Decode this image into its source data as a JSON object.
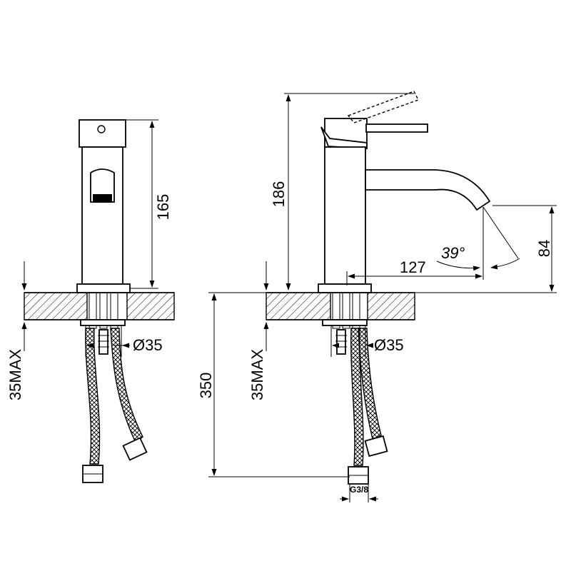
{
  "dimensions": {
    "front_height": "165",
    "side_height": "186",
    "spout_reach": "127",
    "spout_height": "84",
    "hose_length": "350",
    "countertop_max_front": "35MAX",
    "countertop_max_side": "35MAX",
    "hole_diameter_front": "Ø35",
    "hole_diameter_side": "Ø35",
    "spout_angle": "39°",
    "thread": "G3/8"
  },
  "colors": {
    "line": "#000000",
    "background": "#ffffff"
  }
}
